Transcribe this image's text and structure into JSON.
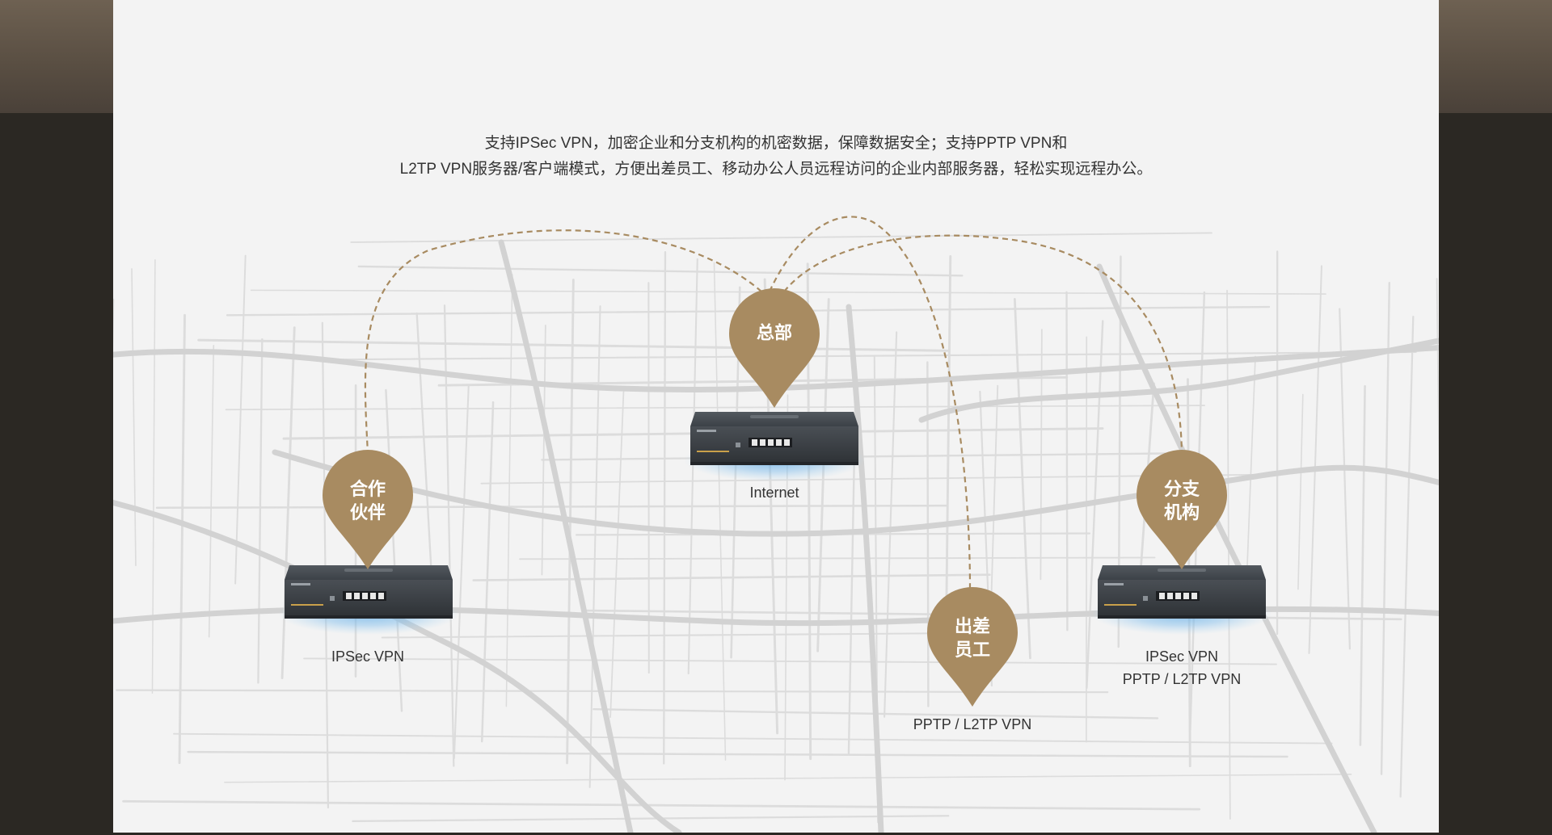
{
  "intro": {
    "line1": "支持IPSec VPN，加密企业和分支机构的机密数据，保障数据安全；支持PPTP VPN和",
    "line2": "L2TP VPN服务器/客户端模式，方便出差员工、移动办公人员远程访问的企业内部服务器，轻松实现远程办公。"
  },
  "nodes": {
    "hq": {
      "pin_line1": "总部",
      "label": "Internet"
    },
    "partner": {
      "pin_line1": "合作",
      "pin_line2": "伙伴",
      "label": "IPSec VPN"
    },
    "traveler": {
      "pin_line1": "出差",
      "pin_line2": "员工",
      "label": "PPTP / L2TP VPN"
    },
    "branch": {
      "pin_line1": "分支",
      "pin_line2": "机构",
      "label_line1": "IPSec VPN",
      "label_line2": "PPTP / L2TP VPN"
    }
  },
  "colors": {
    "pin": "#a88b61",
    "link": "#a88b61",
    "device_body": "#3d4247",
    "glow": "#5aa9e6",
    "map_road": "#dcdcdc",
    "panel": "#f3f3f3",
    "frame": "#2b2823"
  },
  "icons": [
    "map-pin-icon",
    "router-icon"
  ]
}
